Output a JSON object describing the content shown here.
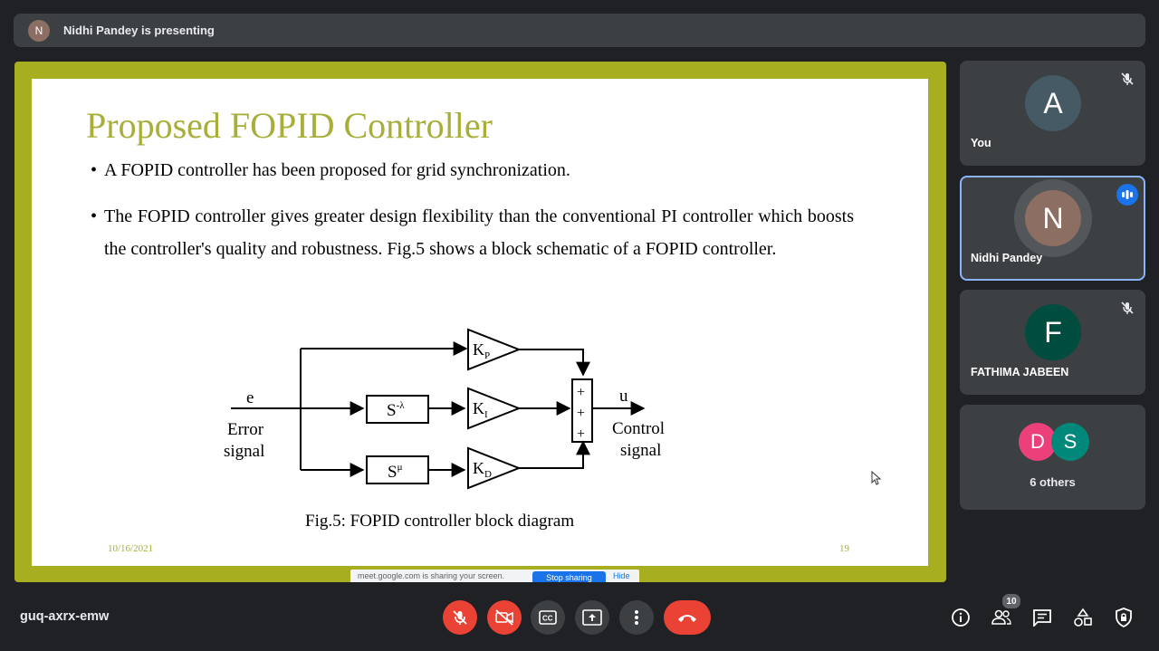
{
  "presenter_bar": {
    "avatar_letter": "N",
    "text": "Nidhi Pandey is presenting"
  },
  "slide": {
    "title": "Proposed FOPID Controller",
    "bullets": [
      "A FOPID controller has been proposed for grid synchronization.",
      "The FOPID controller gives greater design flexibility than the conventional PI controller which boosts the controller's quality and robustness. Fig.5 shows a block schematic of a FOPID controller."
    ],
    "diagram": {
      "input_e": "e",
      "input_label_1": "Error",
      "input_label_2": "signal",
      "block_lambda": "S",
      "block_lambda_exp": "-λ",
      "block_mu": "S",
      "block_mu_exp": "μ",
      "gain_p": "K",
      "gain_p_sub": "P",
      "gain_i": "K",
      "gain_i_sub": "I",
      "gain_d": "K",
      "gain_d_sub": "D",
      "sum_signs": [
        "+",
        "+",
        "+"
      ],
      "output_u": "u",
      "output_label_1": "Control",
      "output_label_2": "signal"
    },
    "caption": "Fig.5: FOPID controller block diagram",
    "date": "10/16/2021",
    "page_number": "19"
  },
  "share_bar": {
    "message": "meet.google.com is sharing your screen.",
    "stop_label": "Stop sharing",
    "hide_label": "Hide"
  },
  "participants": [
    {
      "letter": "A",
      "name": "You",
      "avatar_color": "#455a64",
      "muted": true
    },
    {
      "letter": "N",
      "name": "Nidhi Pandey",
      "avatar_color": "#8d6e63",
      "speaking": true
    },
    {
      "letter": "F",
      "name": "FATHIMA JABEEN",
      "avatar_color": "#004d40",
      "muted": true
    }
  ],
  "others_tile": {
    "avatars": [
      {
        "letter": "D",
        "color": "#ec407a"
      },
      {
        "letter": "S",
        "color": "#00897b"
      }
    ],
    "label": "6 others"
  },
  "bottom_bar": {
    "meeting_code": "guq-axrx-emw",
    "participant_count": "10",
    "accent_red": "#ea4335"
  }
}
